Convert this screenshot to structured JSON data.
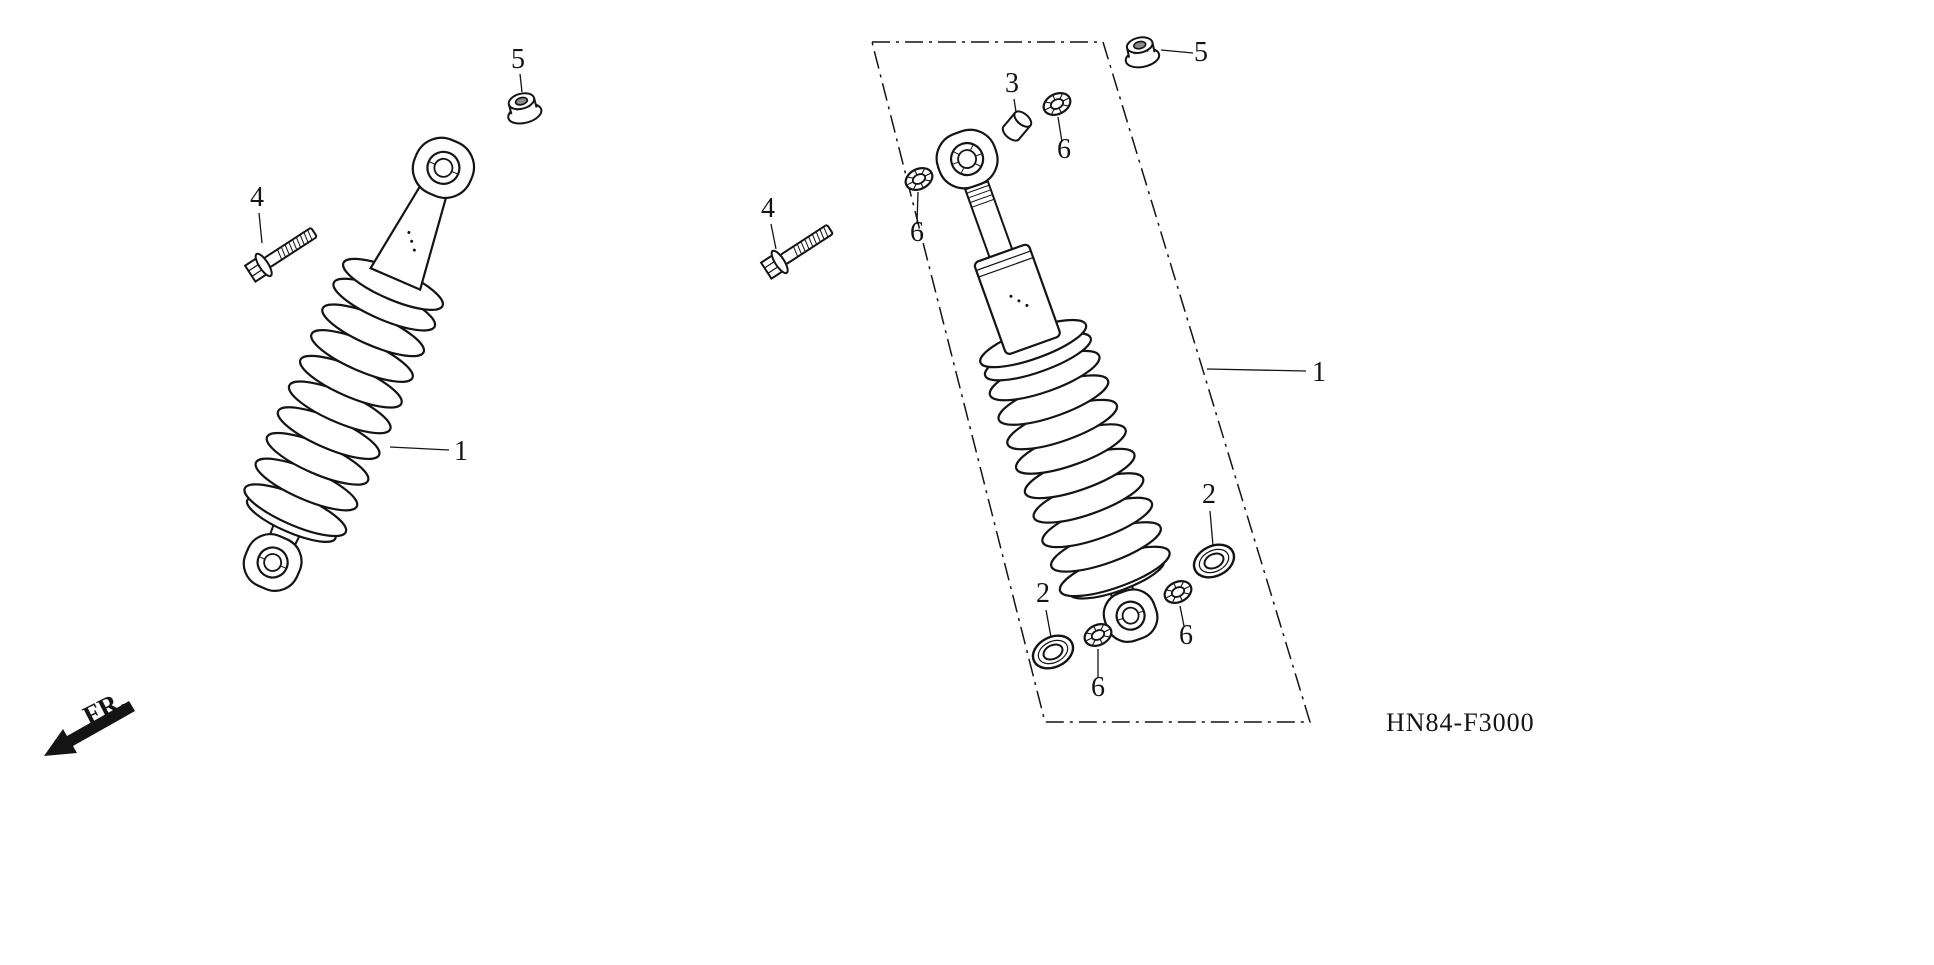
{
  "figure": {
    "code": "HN84-F3000",
    "front_marker": "FR."
  },
  "callouts": {
    "left": {
      "nut": "5",
      "bolt": "4",
      "shock": "1"
    },
    "right": {
      "nut": "5",
      "collar": "3",
      "dust_seal_top": "6",
      "dust_seal_left": "6",
      "bolt": "4",
      "shock": "1",
      "seal_upper": "2",
      "dust_seal_lower_right": "6",
      "seal_lower": "2",
      "dust_seal_lower": "6"
    }
  },
  "colors": {
    "ink": "#141414",
    "background": "#ffffff"
  }
}
